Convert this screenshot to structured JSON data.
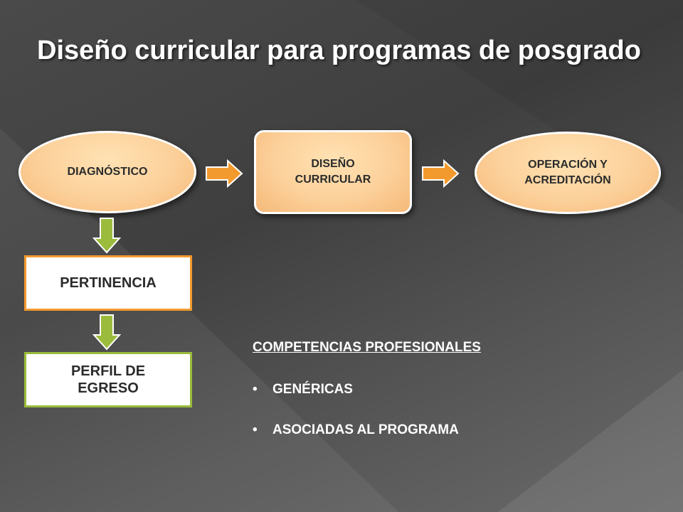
{
  "title": "Diseño curricular para programas de posgrado",
  "nodes": {
    "diagnostico": "DIAGNÓSTICO",
    "diseno_line1": "DISEÑO",
    "diseno_line2": "CURRICULAR",
    "operacion_line1": "OPERACIÓN Y",
    "operacion_line2": "ACREDITACIÓN",
    "pertinencia": "PERTINENCIA",
    "perfil_line1": "PERFIL DE",
    "perfil_line2": "EGRESO"
  },
  "competencias": {
    "heading": "COMPETENCIAS PROFESIONALES",
    "bullet_symbol": "•",
    "items": [
      "GENÉRICAS",
      "ASOCIADAS AL PROGRAMA"
    ]
  },
  "colors": {
    "node_fill": "#fcd09a",
    "arrow_orange": "#f39a2e",
    "arrow_green": "#9bbb3c"
  }
}
